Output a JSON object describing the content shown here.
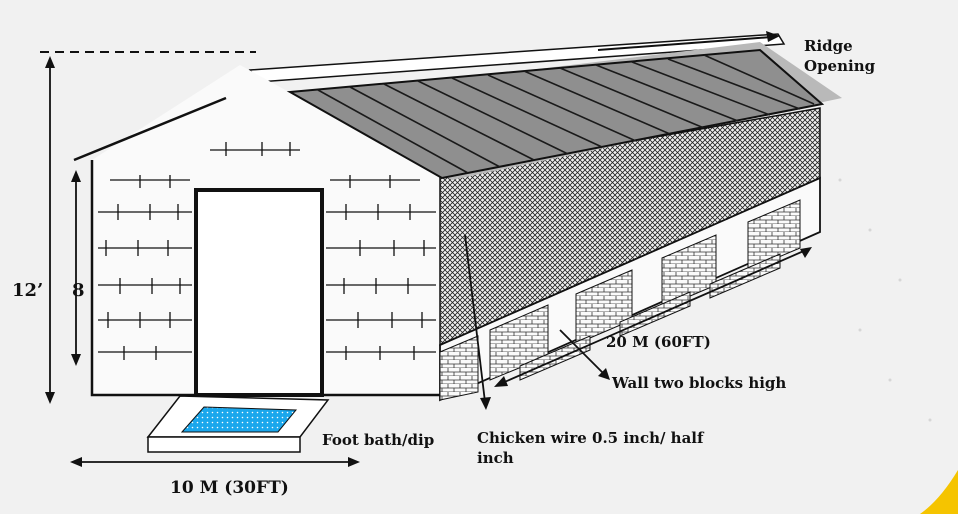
{
  "labels": {
    "ridge_line1": "Ridge",
    "ridge_line2": "Opening",
    "height_total": "12’",
    "height_wall": "8",
    "length": "20 M (60FT)",
    "wall_note": "Wall two blocks high",
    "foot_bath": "Foot bath/dip",
    "chicken_wire_line1": "Chicken wire 0.5 inch/ half",
    "chicken_wire_line2": "inch",
    "width": "10 M (30FT)"
  },
  "colors": {
    "background": "#f1f1f1",
    "roof": "#8f8f8f",
    "roof_shadow": "#b9b9b9",
    "foot_bath_water": "#1aa7ec",
    "accent_corner": "#f5c400",
    "line": "#111111"
  }
}
